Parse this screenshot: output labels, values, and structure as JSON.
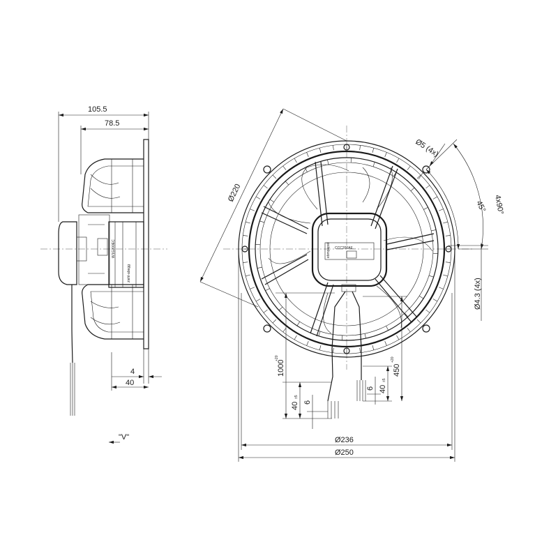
{
  "side_view": {
    "dim_overall_depth": "105.5",
    "dim_body_depth": "78.5",
    "dim_flange": "4",
    "dim_lead": "40",
    "view_label": "\"V\"",
    "sticker_text_1": "W1G200EC",
    "sticker_text_2": "ziehl-abegg"
  },
  "front_view": {
    "dim_bolt_circle": "Ø220",
    "dim_mount_hole": "Ø5 (4x)",
    "dim_angle_45": "45°",
    "dim_angle_4x90": "4x90°",
    "dim_slot": "Ø4.3 (4x)",
    "dim_inner_diameter": "Ø236",
    "dim_outer_diameter": "Ø250",
    "dim_lead_1000": "1000",
    "dim_lead_1000_tol": "+20",
    "dim_lead_450": "450",
    "dim_lead_450_tol": "+20",
    "dim_strip_40_left": "40",
    "dim_strip_40_left_tol": "±5",
    "dim_strip_6_left": "6",
    "dim_strip_40_right": "40",
    "dim_strip_40_right_tol": "±5",
    "dim_strip_6_right": "6",
    "label_text_1": "CCC200AE...",
    "label_text_2": "ebmpapst"
  }
}
